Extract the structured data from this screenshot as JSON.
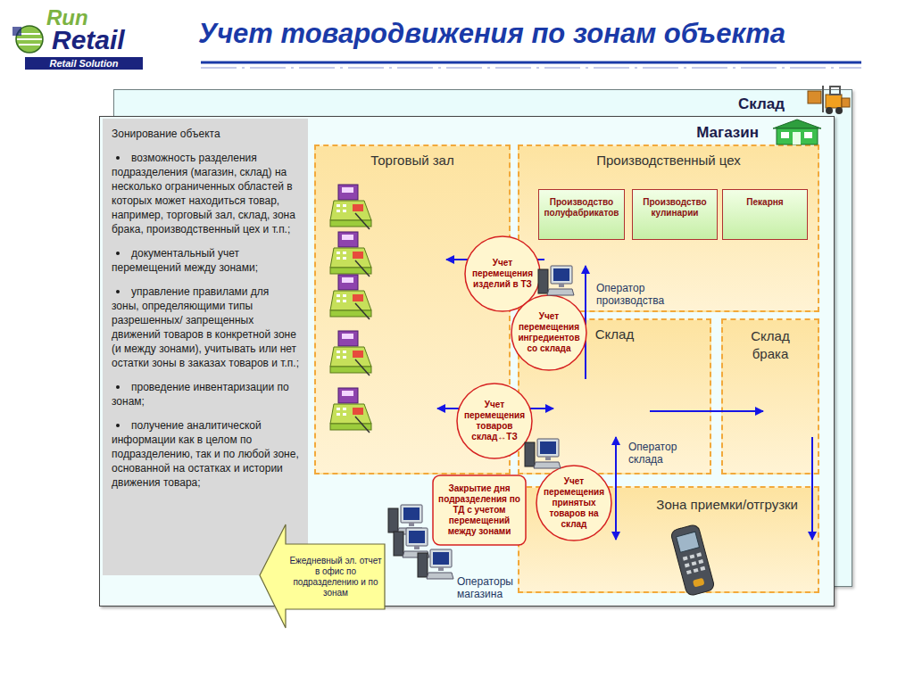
{
  "diagram": {
    "title": "Учет товародвижения по зонам объекта",
    "nodes": [
      {
        "text": [
          "Склад"
        ]
      },
      {
        "text": [
          "Магазин"
        ]
      },
      {
        "text": [
          "Зонирование объекта",
          "возможность разделения подразделения (магазин, склад) на несколько ограниченных областей в которых может находиться товар, например, торговый зал, склад, зона брака, производственный цех и т.п.;",
          "документальный учет перемещений между зонами;",
          "управление правилами для зоны, определяющими типы разрешенных/ запрещенных движений товаров в конкретной зоне (и между зонами), учитывать или нет остатки зоны в заказах товаров и т.п.;",
          "проведение инвентаризации по зонам;",
          "получение аналитической информации как в целом по подразделению, так и по любой зоне, основанной на остатках и истории движения товара;"
        ],
        "in": 1
      },
      {
        "text": [
          "Торговый зал"
        ],
        "in": 1
      },
      {
        "text": [
          "Производственный цех"
        ],
        "in": 1
      },
      {
        "text": [
          "Производство полуфабрикатов"
        ],
        "in": 4
      },
      {
        "text": [
          "Производство кулинарии"
        ],
        "in": 4
      },
      {
        "text": [
          "Пекарня"
        ],
        "in": 4
      },
      {
        "text": [
          "Склад"
        ],
        "in": 1
      },
      {
        "text": [
          "Склад брака"
        ],
        "in": 1
      },
      {
        "text": [
          "Зона приемки/отгрузки"
        ],
        "in": 1
      },
      {
        "text": [
          "Учет перемещения изделий в ТЗ"
        ],
        "in": 1
      },
      {
        "text": [
          "Учет перемещения ингредиентов со склада"
        ],
        "in": 1
      },
      {
        "text": [
          "Учет перемещения товаров склад↔ТЗ"
        ],
        "in": 1
      },
      {
        "text": [
          "Закрытие дня подразделения по ТД с учетом перемещений между зонами"
        ],
        "in": 1
      },
      {
        "text": [
          "Учет перемещения принятых товаров на склад"
        ],
        "in": 1
      },
      {
        "text": [
          "Ежедневный эл. отчет в офис по подразделению и по зонам"
        ]
      }
    ],
    "edges": [
      {
        "from": 4,
        "to": 3,
        "arrow": "to"
      },
      {
        "from": 8,
        "to": 4,
        "arrow": "to"
      },
      {
        "from": 3,
        "to": 8,
        "arrow": "both"
      },
      {
        "from": 8,
        "to": 9,
        "arrow": "to"
      },
      {
        "from": 8,
        "to": 10,
        "arrow": "both"
      },
      {
        "from": 9,
        "to": 10,
        "arrow": "to"
      }
    ],
    "labels": [
      "Run",
      "Retail",
      "Retail Solution",
      "Оператор производства",
      "Оператор склада",
      "Операторы магазина"
    ]
  }
}
